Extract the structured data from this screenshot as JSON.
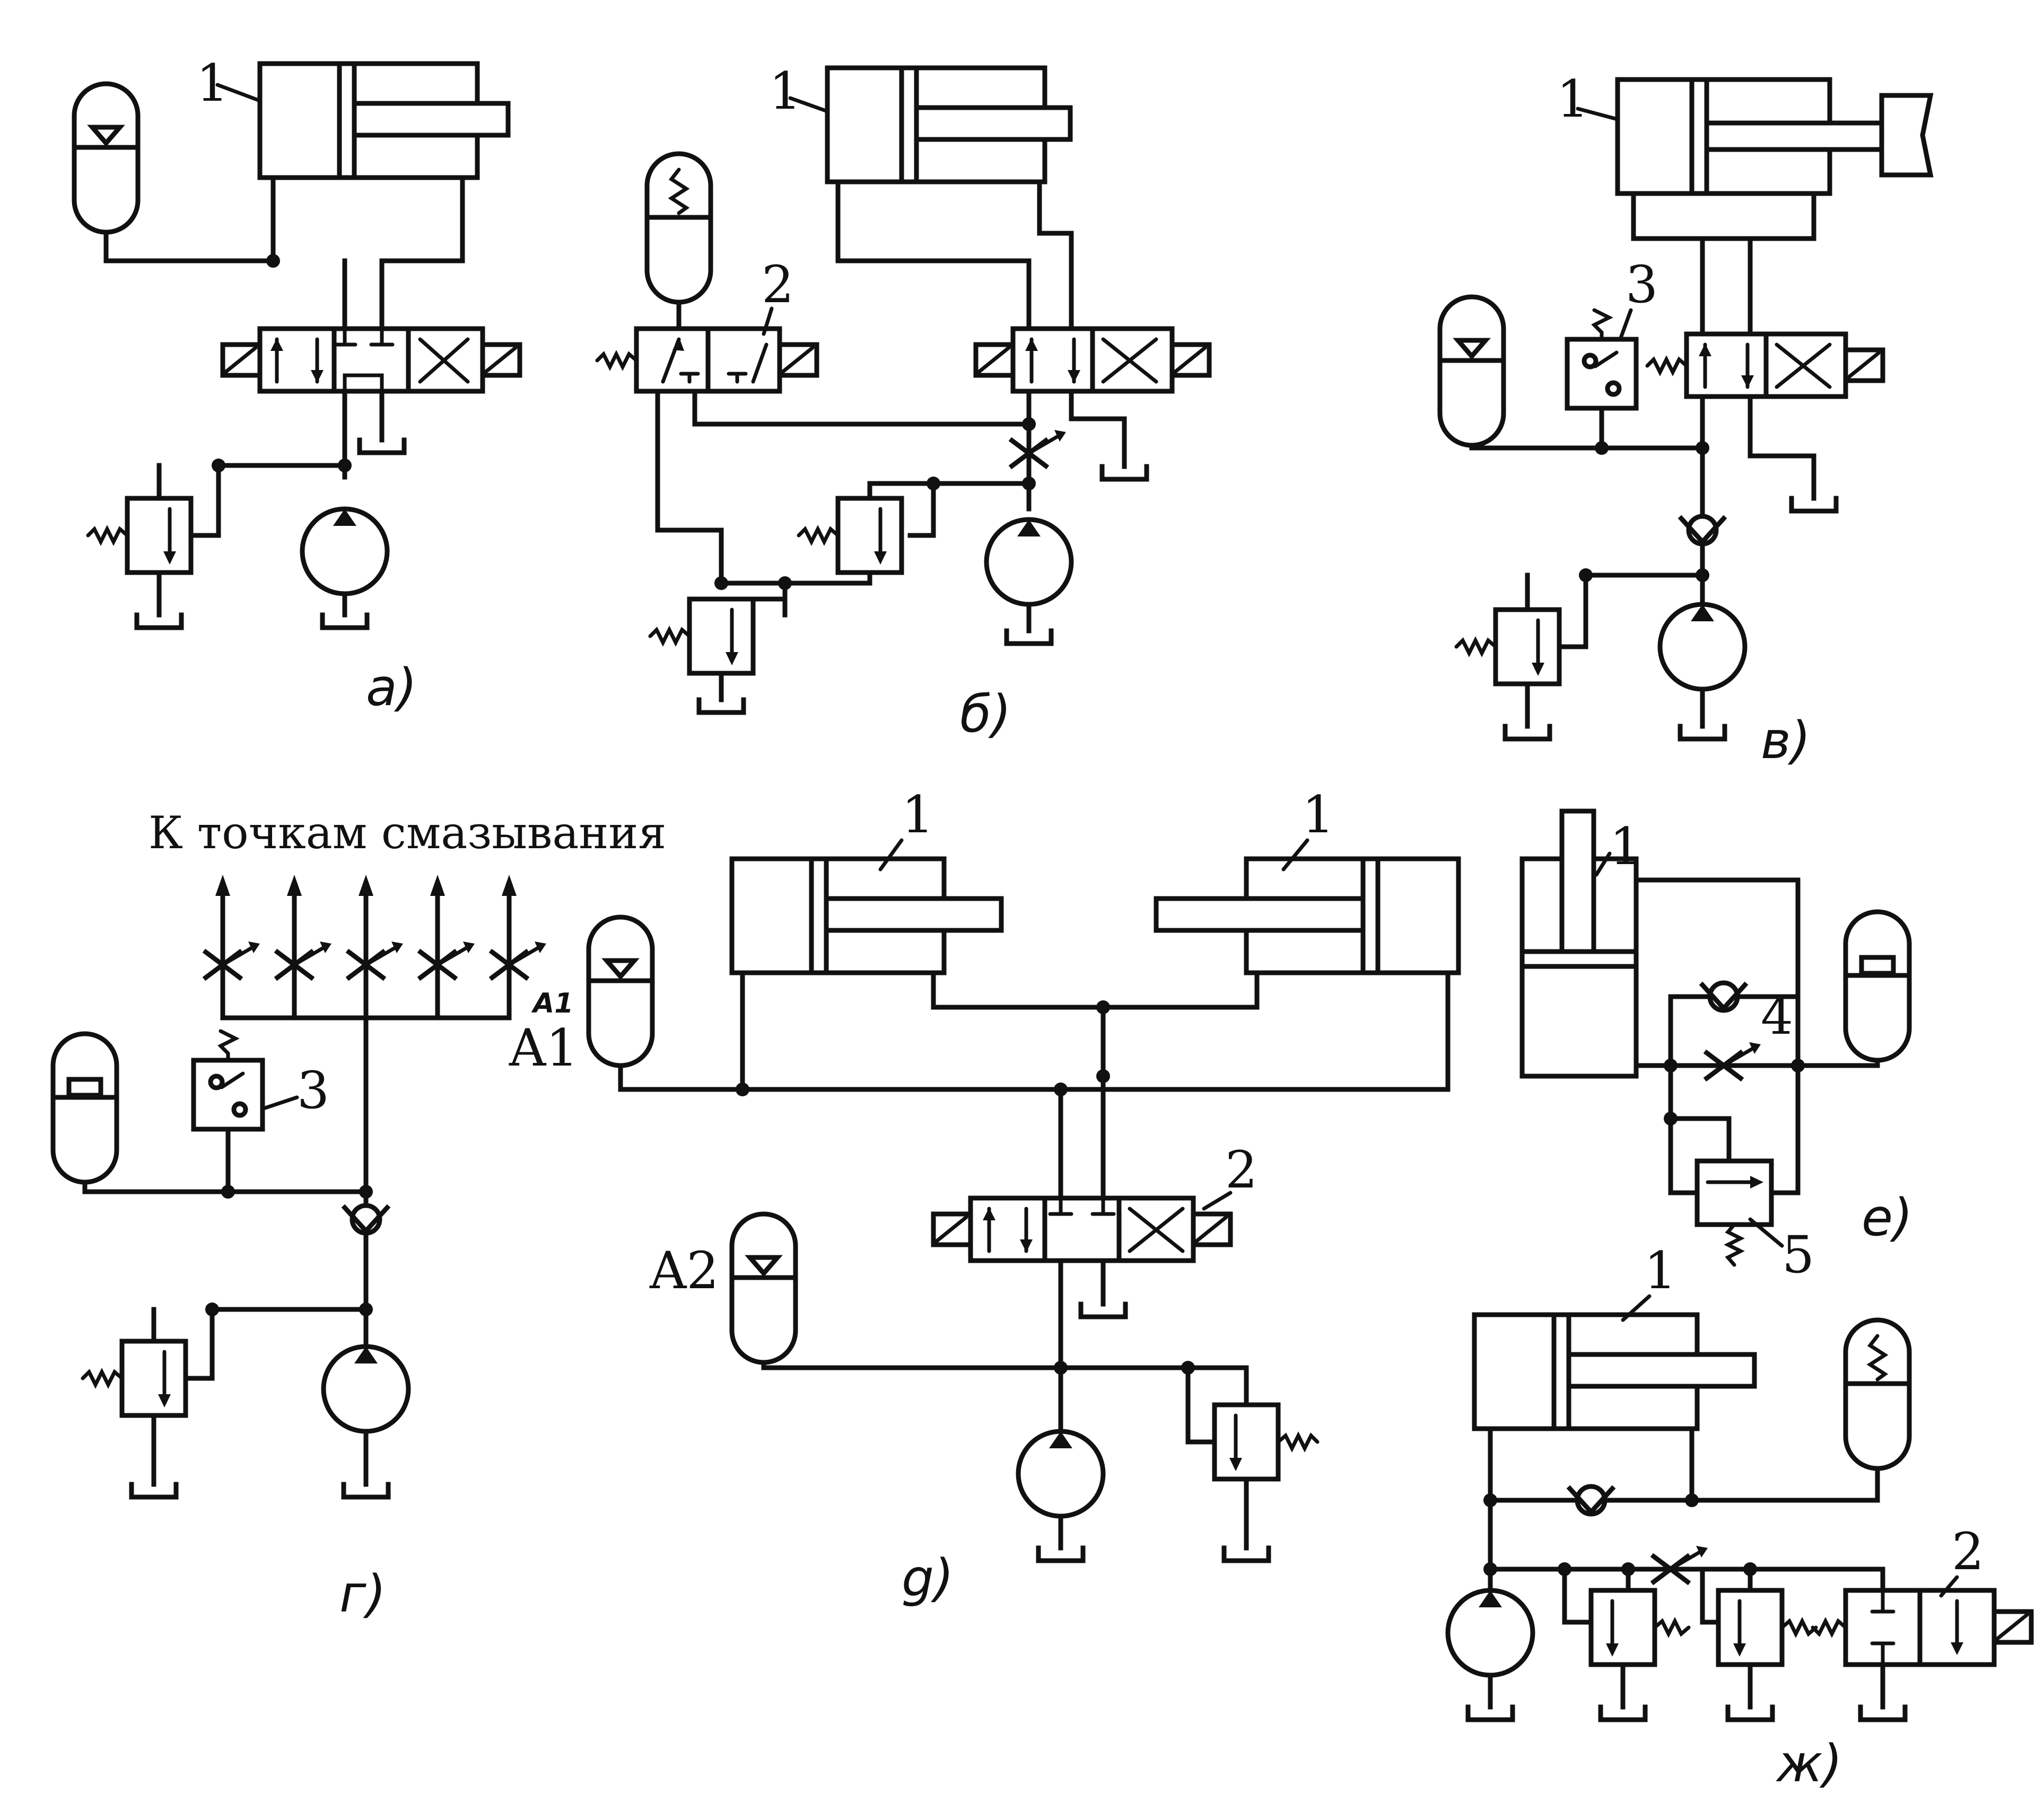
{
  "labels": {
    "one": "1",
    "two": "2",
    "three": "3",
    "four": "4",
    "five": "5",
    "a1": "A1",
    "a2": "A2",
    "a1_small": "A1"
  },
  "title_lubrication": "К точкам смазывания",
  "captions": {
    "a": "а)",
    "b": "б)",
    "v": "в)",
    "g": "г)",
    "d": "g)",
    "e": "е)",
    "zh": "ж)"
  },
  "colors": {
    "ink": "#111111",
    "paper": "#ffffff"
  }
}
